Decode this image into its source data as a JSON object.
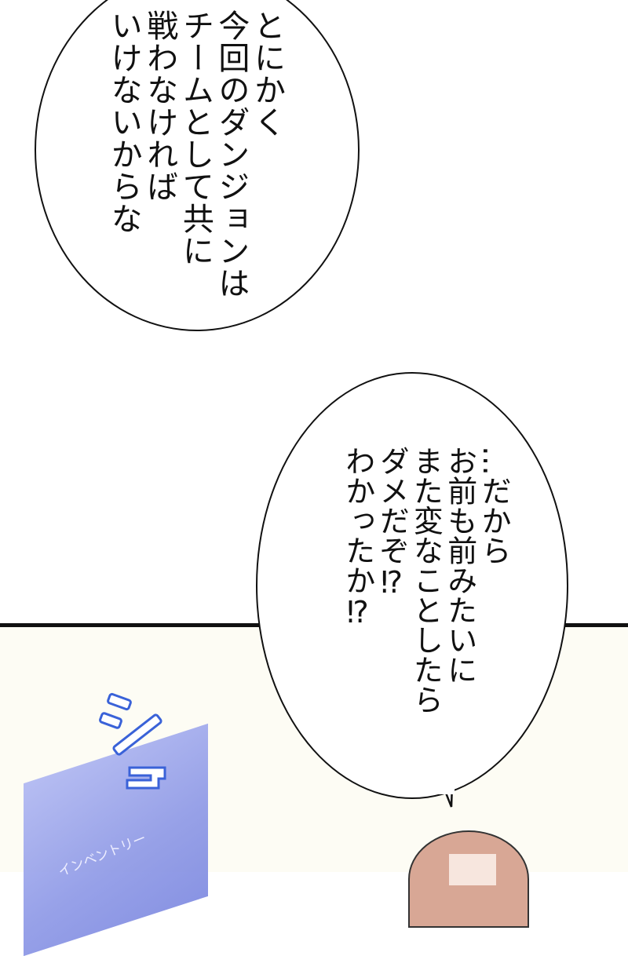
{
  "bubble_1": {
    "lines": [
      "とにかく",
      "今回のダンジョンは",
      "チームとして共に",
      "戦わなければ",
      "いけないからな"
    ]
  },
  "bubble_2": {
    "lines": [
      "…だから",
      "お前も前みたいに",
      "また変なことしたら",
      "ダメだぞ⁉",
      "わかったか⁉"
    ]
  },
  "sfx": "シュ",
  "screen_label": "インベントリー",
  "colors": {
    "screen": "#8c97e6",
    "sfx_outline": "#3a62d8",
    "background": "#fdfcf4"
  }
}
